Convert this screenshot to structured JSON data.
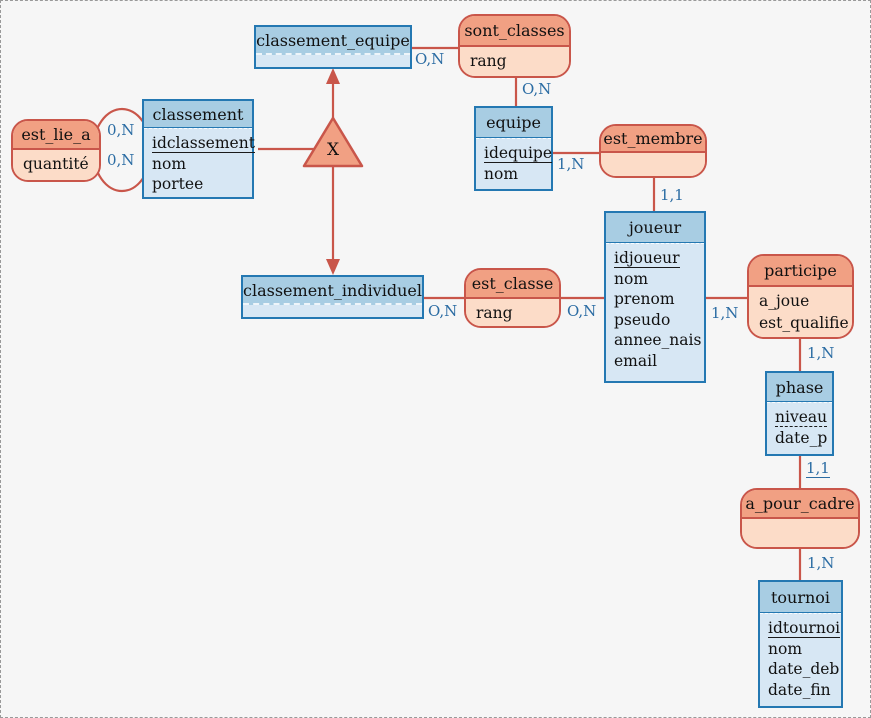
{
  "canvas": {
    "background": "#f6f6f6",
    "border_color": "#999999"
  },
  "colors": {
    "entity_border": "#2478b2",
    "entity_title_bg": "#a8cde3",
    "entity_body_bg": "#d7e7f4",
    "assoc_border": "#c9564a",
    "assoc_title_bg": "#f1a083",
    "assoc_body_bg": "#fcdcc8",
    "connector": "#c9564a",
    "cardinality_text": "#2b6ca3"
  },
  "entities": {
    "classement": {
      "title": "classement",
      "attributes": [
        "idclassement",
        "nom",
        "portee"
      ]
    },
    "classement_equipe": {
      "title": "classement_equipe",
      "attributes": []
    },
    "equipe": {
      "title": "equipe",
      "attributes": [
        "idequipe",
        "nom"
      ]
    },
    "joueur": {
      "title": "joueur",
      "attributes": [
        "idjoueur",
        "nom",
        "prenom",
        "pseudo",
        "annee_nais",
        "email"
      ]
    },
    "classement_individuel": {
      "title": "classement_individuel",
      "attributes": []
    },
    "phase": {
      "title": "phase",
      "attributes": [
        "niveau",
        "date_p"
      ]
    },
    "tournoi": {
      "title": "tournoi",
      "attributes": [
        "idtournoi",
        "nom",
        "date_deb",
        "date_fin"
      ]
    }
  },
  "associations": {
    "est_lie_a": {
      "title": "est_lie_a",
      "attributes": [
        "quantité"
      ]
    },
    "sont_classes": {
      "title": "sont_classes",
      "attributes": [
        "rang"
      ]
    },
    "est_membre": {
      "title": "est_membre",
      "attributes": []
    },
    "est_classe": {
      "title": "est_classe",
      "attributes": [
        "rang"
      ]
    },
    "participe": {
      "title": "participe",
      "attributes": [
        "a_joue",
        "est_qualifie"
      ]
    },
    "a_pour_cadre": {
      "title": "a_pour_cadre",
      "attributes": []
    }
  },
  "inheritance": {
    "symbol": "X"
  },
  "cardinalities": {
    "est_lie_a_classement_1": "0,N",
    "est_lie_a_classement_2": "0,N",
    "classement_equipe_sont_classes": "O,N",
    "sont_classes_equipe": "O,N",
    "equipe_est_membre": "1,N",
    "est_membre_joueur": "1,1",
    "classement_individuel_est_classe": "O,N",
    "est_classe_joueur": "O,N",
    "joueur_participe": "1,N",
    "participe_phase": "1,N",
    "phase_a_pour_cadre": "1,1",
    "a_pour_cadre_tournoi": "1,N"
  }
}
